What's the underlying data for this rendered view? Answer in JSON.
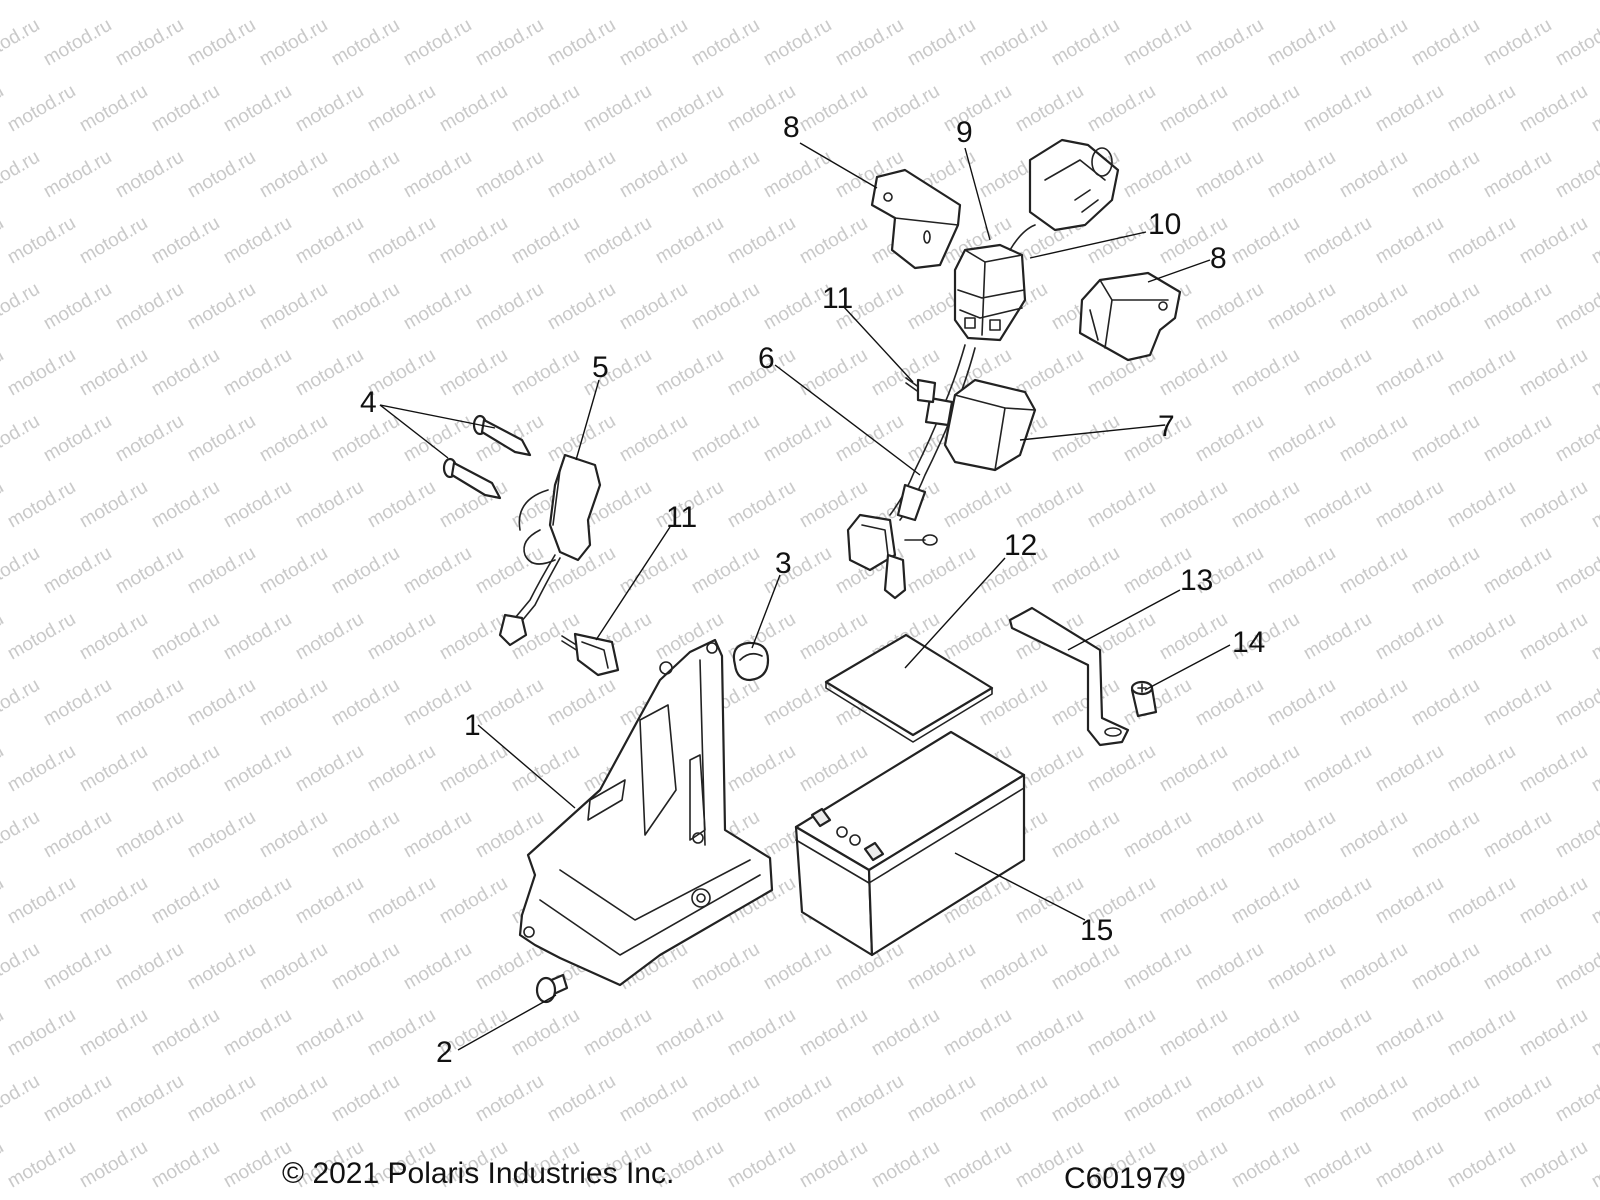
{
  "watermark": {
    "text": "motod.ru"
  },
  "footer": {
    "copyright": "© 2021 Polaris Industries Inc.",
    "code": "C601979"
  },
  "callouts": {
    "c1": "1",
    "c2": "2",
    "c3": "3",
    "c4": "4",
    "c5": "5",
    "c6": "6",
    "c7": "7",
    "c8a": "8",
    "c8b": "8",
    "c9": "9",
    "c10": "10",
    "c11a": "11",
    "c11b": "11",
    "c12": "12",
    "c13": "13",
    "c14": "14",
    "c15": "15"
  }
}
